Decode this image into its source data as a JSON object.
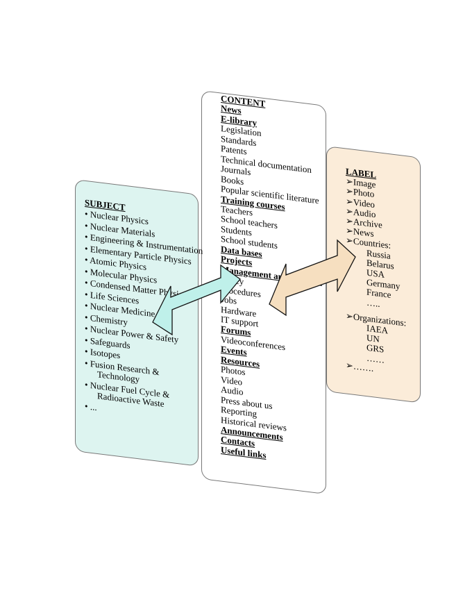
{
  "subject": {
    "heading": "SUBJECT",
    "items": [
      "Nuclear Physics",
      "Nuclear Materials",
      "Engineering & Instrumentation",
      "Elementary Particle Physics",
      "Atomic Physics",
      "Molecular Physics",
      "Condensed Matter Physics",
      "Life Sciences",
      "Nuclear Medicine",
      "Chemistry",
      "Nuclear Power & Safety",
      "Safeguards",
      "Isotopes",
      "Fusion Research &",
      "Technology",
      "Nuclear Fuel Cycle &",
      "Radioactive Waste",
      "..."
    ]
  },
  "content": {
    "heading": "CONTENT",
    "items": [
      "News",
      "E-library",
      "Legislation",
      "Standards",
      "Patents",
      "Technical documentation",
      "Journals",
      "Books",
      "Popular scientific literature",
      "Training courses",
      "Teachers",
      "School teachers",
      "Students",
      "School students",
      "Data bases",
      "Projects",
      "Management and Support",
      "Policy",
      "Procedures",
      "Jobs",
      "Hardware",
      "IT support",
      "Forums",
      "Videoconferences",
      "Events",
      "Resources",
      "Photos",
      "Video",
      "Audio",
      "Press about us",
      "Reporting",
      "Historical reviews",
      "Announcements",
      "Contacts",
      "Useful links"
    ]
  },
  "label": {
    "heading": "LABEL",
    "items": [
      "Image",
      "Photo",
      "Video",
      "Audio",
      "Archive",
      "News",
      "Countries:",
      "Russia",
      "Belarus",
      "USA",
      "Germany",
      "France",
      "…..",
      "Organizations:",
      "IAEA",
      "UN",
      "GRS",
      "……",
      "……."
    ]
  },
  "colors": {
    "subject_panel": "#ddf4f0",
    "label_panel": "#fbecd9",
    "left_arrow": "#bff0ea",
    "right_arrow": "#f6dfc0"
  }
}
